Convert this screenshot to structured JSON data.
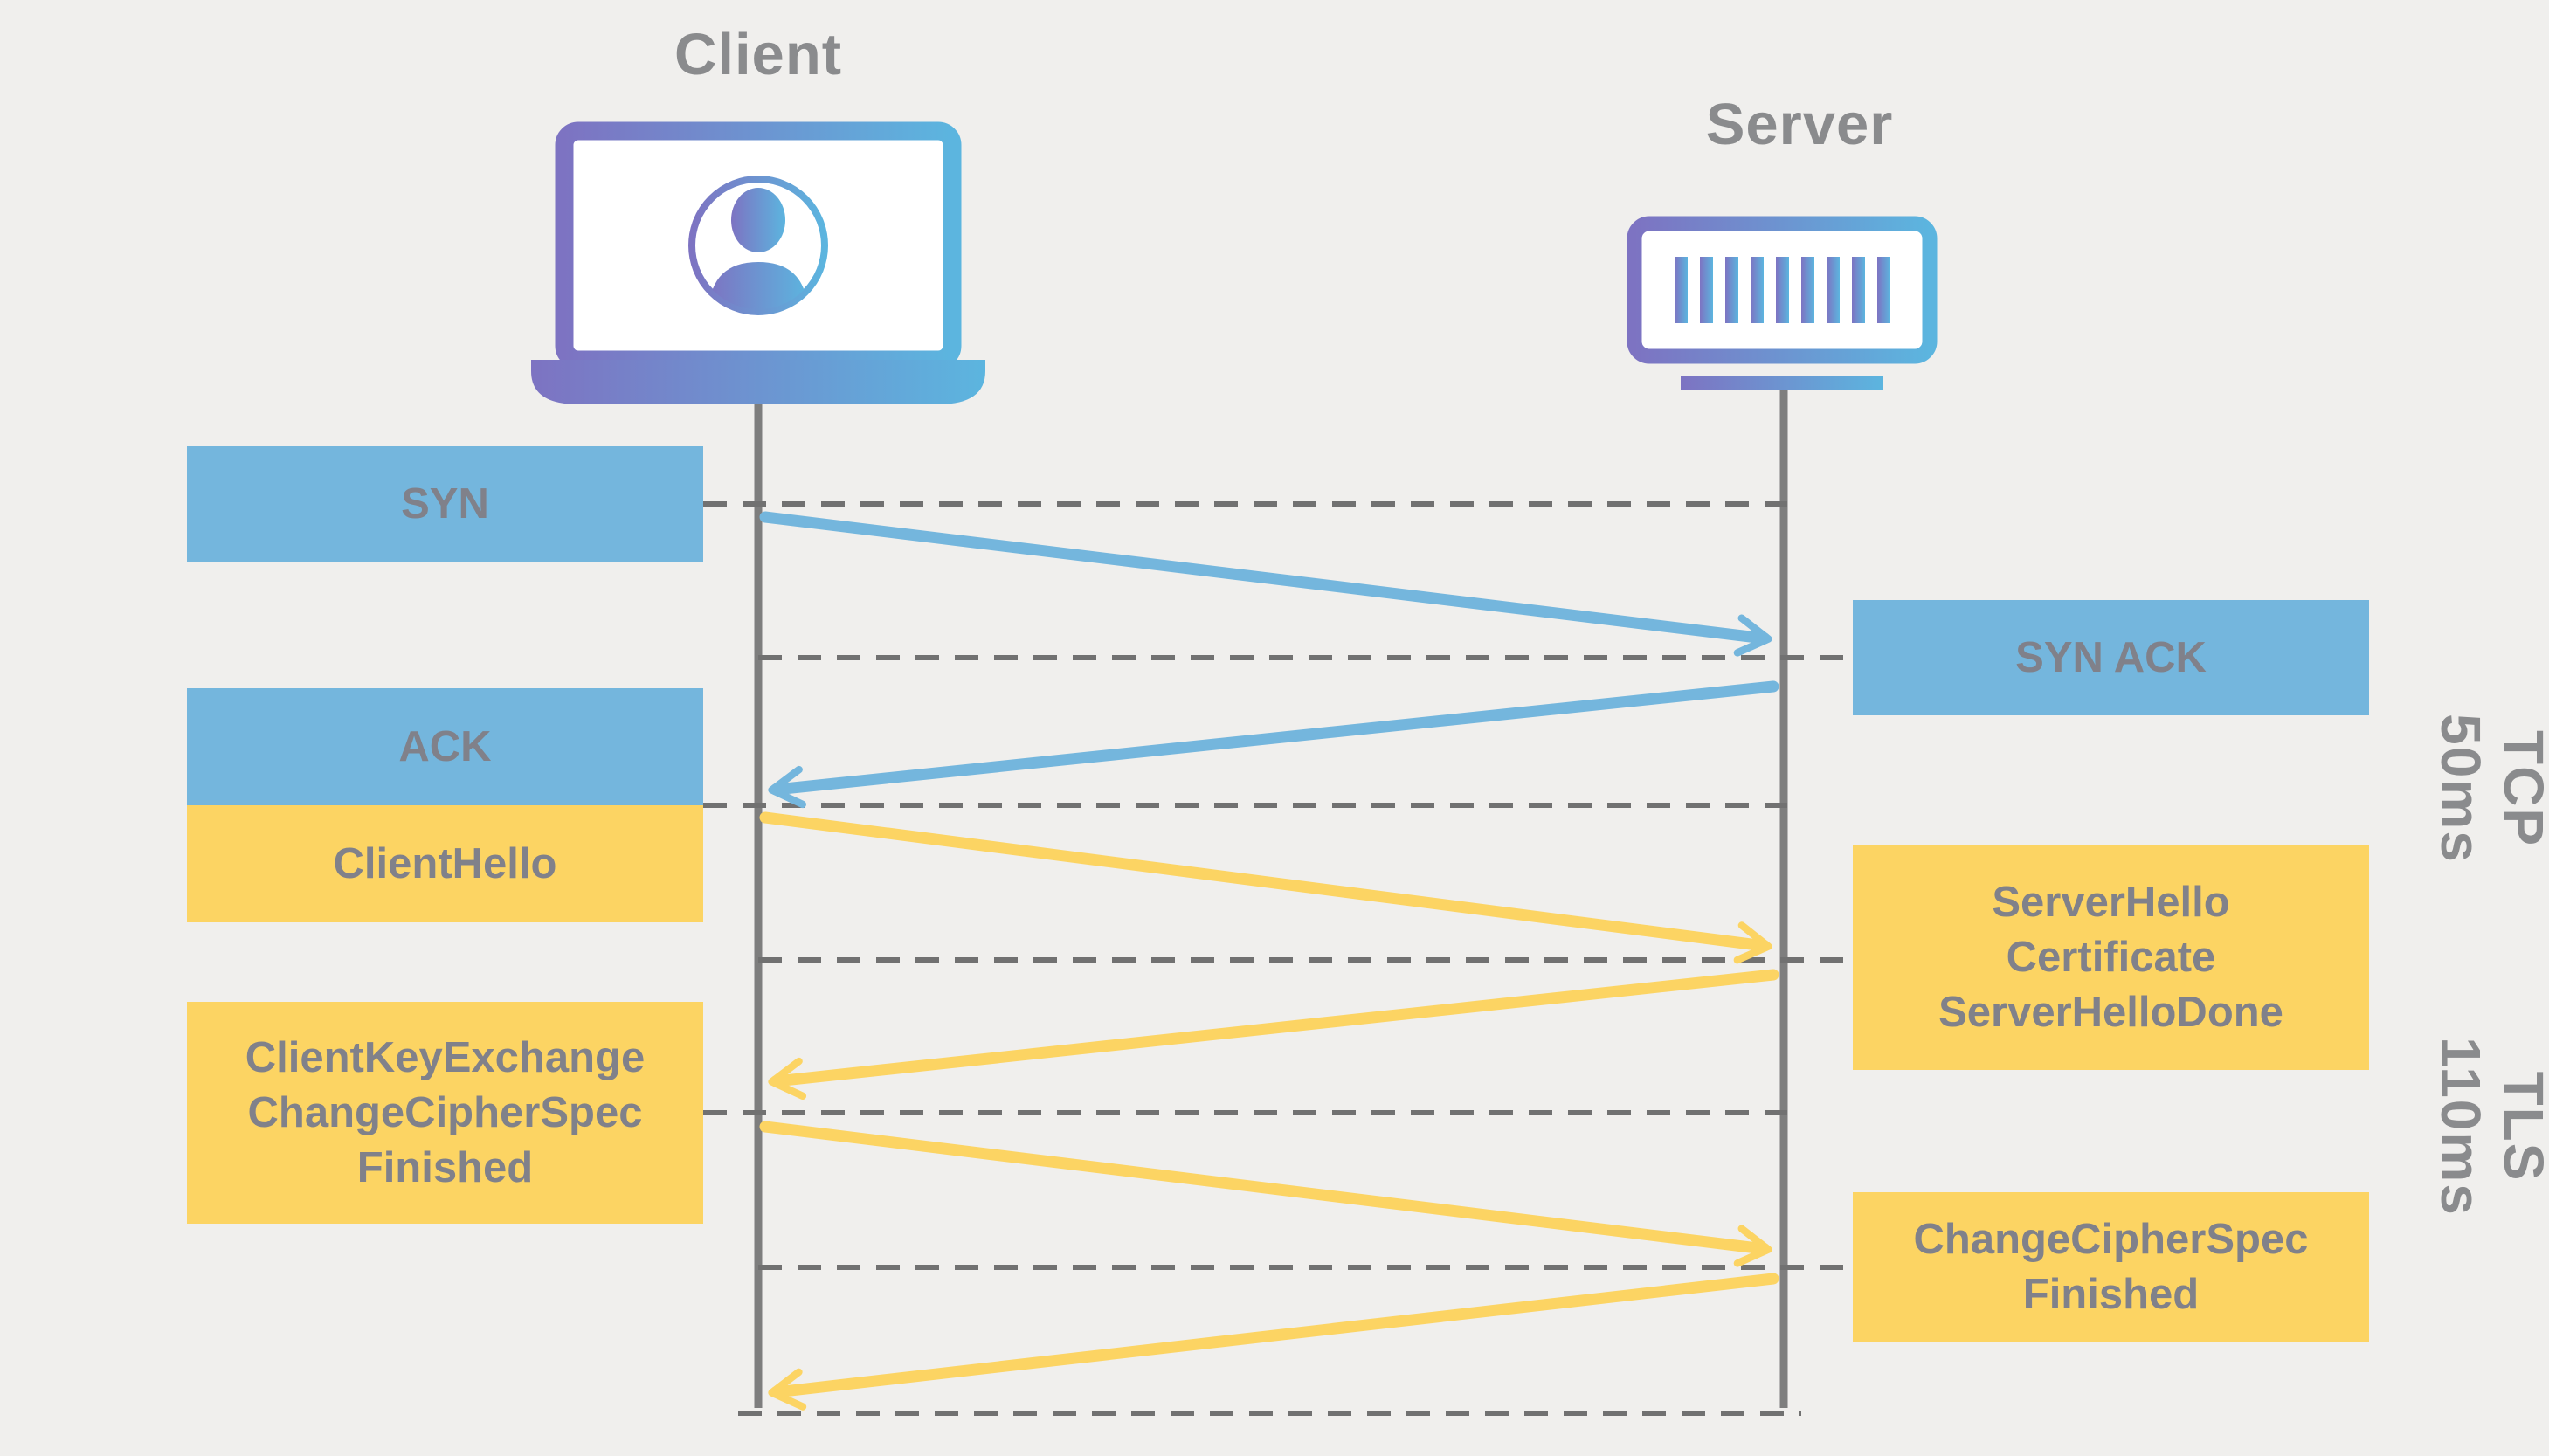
{
  "diagram": {
    "type": "sequence-diagram",
    "subject": "TCP and TLS handshake between client and server"
  },
  "palette": {
    "background": "#f0efed",
    "tcp_blue": "#74b6dd",
    "tls_yellow": "#fcd463",
    "text_gray": "#80818a",
    "line_gray": "#7e7e7e",
    "dash_gray": "#717171",
    "icon_gradient_start": "#7d73c2",
    "icon_gradient_end": "#5cb5df"
  },
  "actors": {
    "client": {
      "label": "Client",
      "icon": "laptop-user-icon"
    },
    "server": {
      "label": "Server",
      "icon": "server-rack-icon"
    }
  },
  "messages": {
    "syn": {
      "lines": [
        "SYN"
      ],
      "from": "client",
      "to": "server",
      "protocol": "TCP"
    },
    "syn_ack": {
      "lines": [
        "SYN ACK"
      ],
      "from": "server",
      "to": "client",
      "protocol": "TCP"
    },
    "ack": {
      "lines": [
        "ACK"
      ],
      "from": "client",
      "to": "server",
      "protocol": "TCP"
    },
    "client_hello": {
      "lines": [
        "ClientHello"
      ],
      "from": "client",
      "to": "server",
      "protocol": "TLS"
    },
    "server_hello": {
      "lines": [
        "ServerHello",
        "Certificate",
        "ServerHelloDone"
      ],
      "from": "server",
      "to": "client",
      "protocol": "TLS"
    },
    "client_key_exchange": {
      "lines": [
        "ClientKeyExchange",
        "ChangeCipherSpec",
        "Finished"
      ],
      "from": "client",
      "to": "server",
      "protocol": "TLS"
    },
    "change_cipher_spec": {
      "lines": [
        "ChangeCipherSpec",
        "Finished"
      ],
      "from": "server",
      "to": "client",
      "protocol": "TLS"
    }
  },
  "phases": [
    {
      "protocol": "TCP",
      "duration": "50ms"
    },
    {
      "protocol": "TLS",
      "duration": "110ms"
    }
  ]
}
